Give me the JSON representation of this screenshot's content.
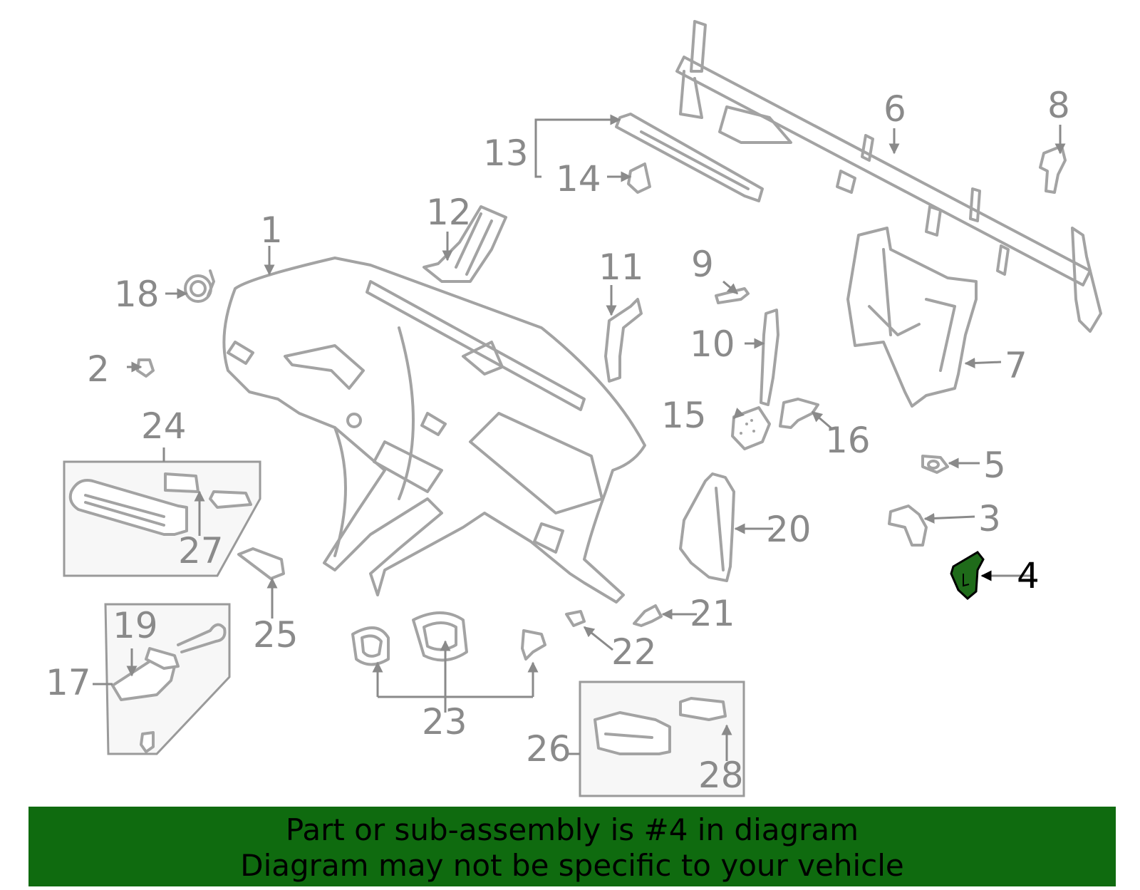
{
  "diagram": {
    "callouts": [
      "1",
      "2",
      "3",
      "4",
      "5",
      "6",
      "7",
      "8",
      "9",
      "10",
      "11",
      "12",
      "13",
      "14",
      "15",
      "16",
      "17",
      "18",
      "19",
      "20",
      "21",
      "22",
      "23",
      "24",
      "25",
      "26",
      "27",
      "28"
    ],
    "highlighted_part": "4",
    "highlight_color": "#1f6b1a",
    "line_color": "#a3a3a3"
  },
  "banner": {
    "line1": "Part or sub-assembly is #4 in diagram",
    "line2": "Diagram may not be specific to your vehicle",
    "background": "#0f6b0f"
  }
}
